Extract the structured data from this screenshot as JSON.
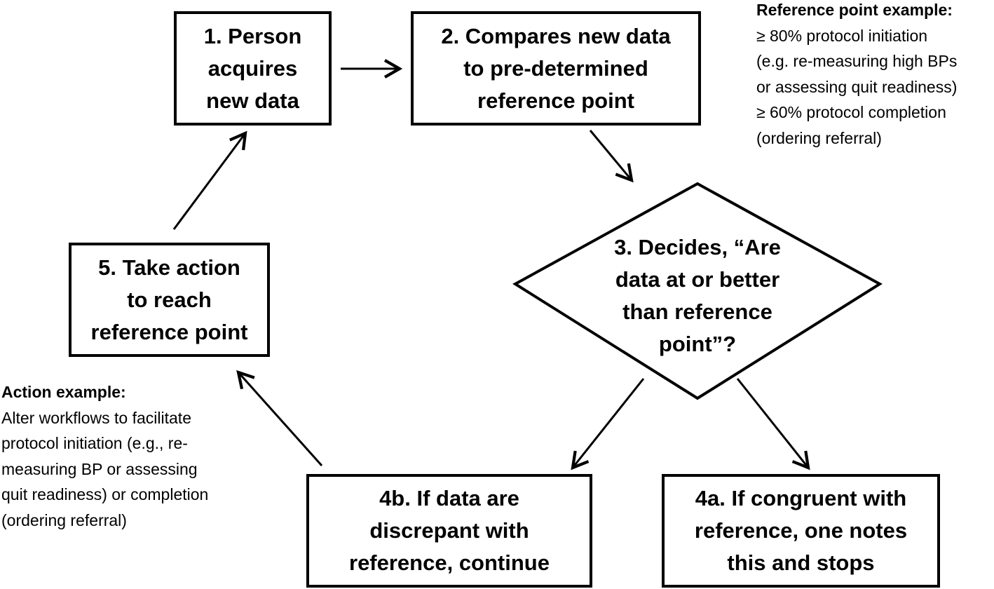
{
  "steps": {
    "step1": {
      "lines": [
        "1. Person",
        "acquires",
        "new data"
      ]
    },
    "step2": {
      "lines": [
        "2. Compares new data",
        "to pre-determined",
        "reference point"
      ]
    },
    "step3": {
      "lines": [
        "3. Decides, “Are",
        "data at or better",
        "than reference",
        "point”?"
      ]
    },
    "step4a": {
      "lines": [
        "4a. If congruent with",
        "reference, one notes",
        "this and stops"
      ]
    },
    "step4b": {
      "lines": [
        "4b. If data are",
        "discrepant with",
        "reference, continue"
      ]
    },
    "step5": {
      "lines": [
        "5. Take action",
        "to reach",
        "reference point"
      ]
    }
  },
  "notes": {
    "reference_example": {
      "title": "Reference point example:",
      "lines": [
        "≥ 80% protocol initiation",
        "(e.g. re-measuring high BPs",
        "or assessing quit readiness)",
        "≥ 60% protocol completion",
        "(ordering referral)"
      ]
    },
    "action_example": {
      "title": "Action example:",
      "lines": [
        "Alter workflows to facilitate",
        "protocol initiation (e.g., re-",
        "measuring BP or assessing",
        "quit readiness) or completion",
        "(ordering referral)"
      ]
    }
  },
  "colors": {
    "stroke": "#000000",
    "background": "#ffffff"
  }
}
